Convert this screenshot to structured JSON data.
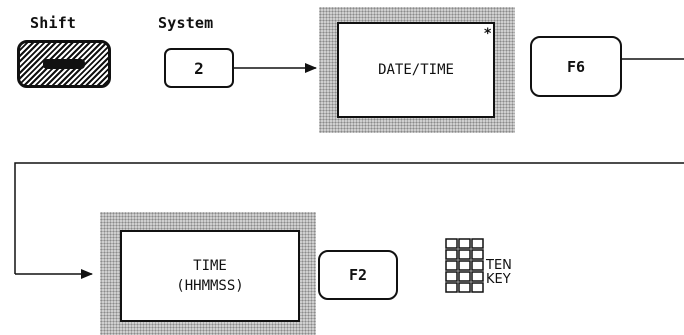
{
  "step1": {
    "shift_label": "Shift",
    "system_label": "System",
    "system_key": "2",
    "screen_text": "DATE/TIME",
    "screen_marker": "*",
    "function_key": "F6"
  },
  "step2": {
    "screen_line1": "TIME",
    "screen_line2": "(HHMMSS)",
    "function_key": "F2",
    "tenkey_line1": "TEN",
    "tenkey_line2": "KEY"
  }
}
